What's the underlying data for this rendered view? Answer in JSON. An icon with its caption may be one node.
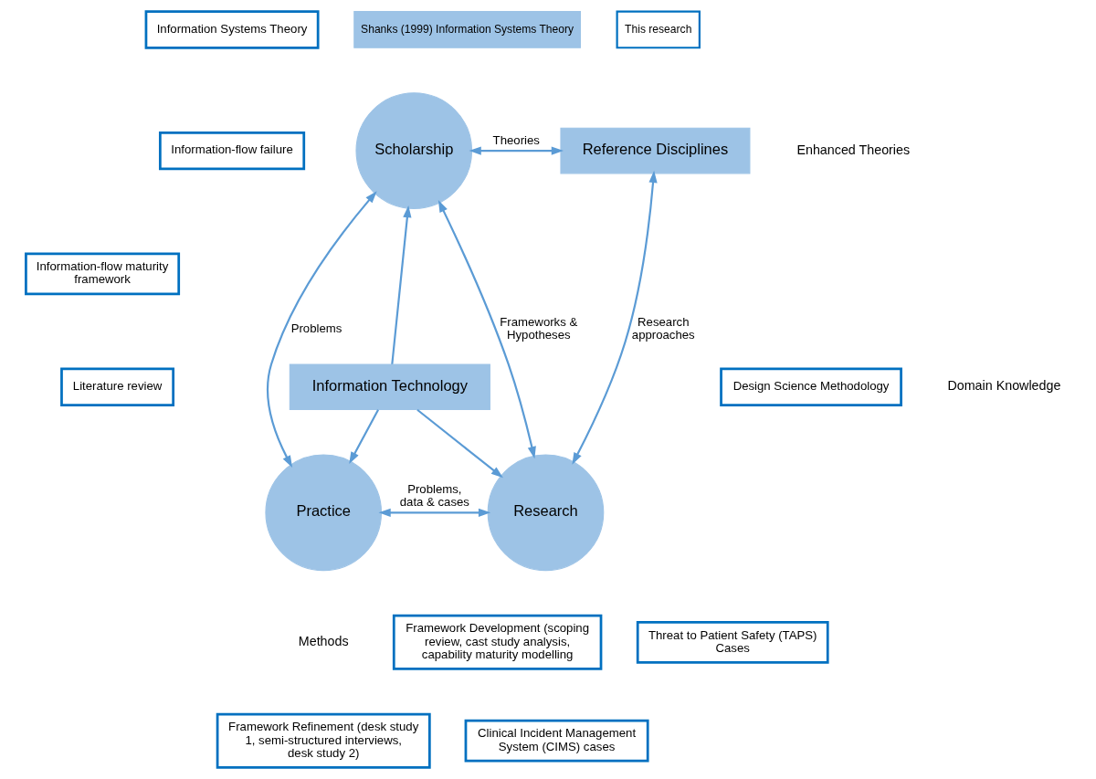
{
  "diagram": {
    "nodes": [
      {
        "text": [
          "Information Systems Theory"
        ]
      },
      {
        "text": [
          "Information-flow failure"
        ]
      },
      {
        "text": [
          "Scholarship"
        ]
      },
      {
        "text": [
          "Reference Disciplines"
        ]
      },
      {
        "text": [
          "Information-flow maturity framework"
        ]
      },
      {
        "text": [
          "Information Technology"
        ]
      },
      {
        "text": [
          "Literature review"
        ]
      },
      {
        "text": [
          "Design Science Methodology"
        ]
      },
      {
        "text": [
          "Practice"
        ]
      },
      {
        "text": [
          "Research"
        ]
      },
      {
        "text": [
          "Framework Development (scoping review, cast study analysis, capability maturity modelling"
        ]
      },
      {
        "text": [
          "Framework Refinement (desk study 1, semi-structured interviews, desk study 2)"
        ]
      },
      {
        "text": [
          "Threat to Patient Safety (TAPS) Cases"
        ]
      },
      {
        "text": [
          "Clinical Incident Management System (CIMS) cases"
        ]
      }
    ],
    "edges": [
      {
        "from": 2,
        "to": 3,
        "arrow": "both",
        "label": "Theories"
      },
      {
        "from": 2,
        "to": 8,
        "arrow": "both",
        "label": "Problems"
      },
      {
        "from": 5,
        "to": 2,
        "arrow": "to"
      },
      {
        "from": 3,
        "to": 9,
        "arrow": "both",
        "label": "Research approaches"
      },
      {
        "from": 2,
        "to": 9,
        "arrow": "both",
        "label": "Frameworks & Hypotheses"
      },
      {
        "from": 5,
        "to": 8,
        "arrow": "to"
      },
      {
        "from": 5,
        "to": 9,
        "arrow": "to"
      },
      {
        "from": 8,
        "to": 9,
        "arrow": "both",
        "label": "Problems, data & cases"
      }
    ],
    "labels": [
      "Enhanced Theories",
      "Domain Knowledge",
      "Methods"
    ],
    "legend": [
      {
        "text": "Shanks (1999) Information Systems Theory",
        "color": "#9dc3e6"
      },
      {
        "text": "This research"
      }
    ]
  }
}
